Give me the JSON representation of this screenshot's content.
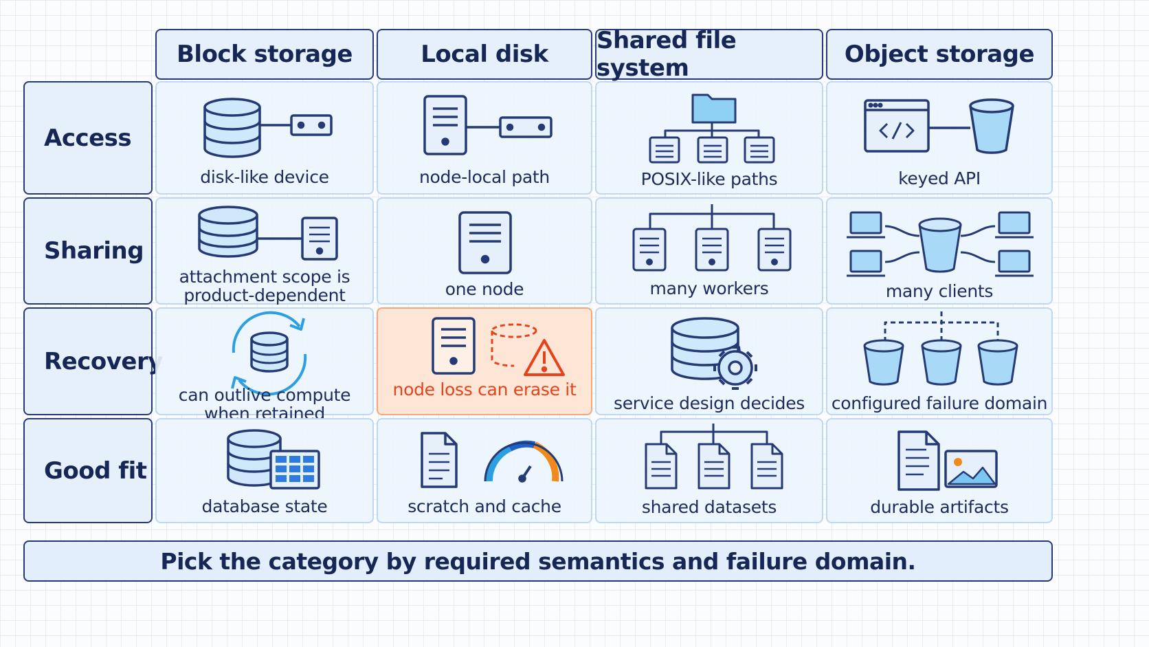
{
  "columns": [
    "Block storage",
    "Local disk",
    "Shared file system",
    "Object storage"
  ],
  "rows": [
    {
      "label": "Access",
      "cells": [
        {
          "icon": "block-device-icon",
          "caption": "disk-like device"
        },
        {
          "icon": "server-local-disk-icon",
          "caption": "node-local path"
        },
        {
          "icon": "folder-tree-icon",
          "caption": "POSIX-like paths"
        },
        {
          "icon": "api-bucket-icon",
          "caption": "keyed API"
        }
      ]
    },
    {
      "label": "Sharing",
      "cells": [
        {
          "icon": "database-attached-server-icon",
          "caption": "attachment scope is product-dependent"
        },
        {
          "icon": "single-server-icon",
          "caption": "one node"
        },
        {
          "icon": "many-servers-icon",
          "caption": "many workers"
        },
        {
          "icon": "bucket-many-laptops-icon",
          "caption": "many clients"
        }
      ]
    },
    {
      "label": "Recovery",
      "cells": [
        {
          "icon": "database-cycle-icon",
          "caption": "can outlive compute when retained"
        },
        {
          "icon": "server-warning-icon",
          "caption": "node loss can erase it"
        },
        {
          "icon": "database-gear-icon",
          "caption": "service design decides"
        },
        {
          "icon": "replicated-buckets-icon",
          "caption": "configured failure domain"
        }
      ]
    },
    {
      "label": "Good fit",
      "cells": [
        {
          "icon": "database-table-icon",
          "caption": "database state"
        },
        {
          "icon": "document-gauge-icon",
          "caption": "scratch and cache"
        },
        {
          "icon": "shared-documents-icon",
          "caption": "shared datasets"
        },
        {
          "icon": "document-image-icon",
          "caption": "durable artifacts"
        }
      ]
    }
  ],
  "footer": "Pick the category by required semantics and failure domain.",
  "colors": {
    "outline": "#253a74",
    "icon_fill": "#cfe8fb",
    "warning": "#e6431c",
    "accent_blue": "#2d9fe0",
    "gauge_orange": "#f08a1c"
  }
}
